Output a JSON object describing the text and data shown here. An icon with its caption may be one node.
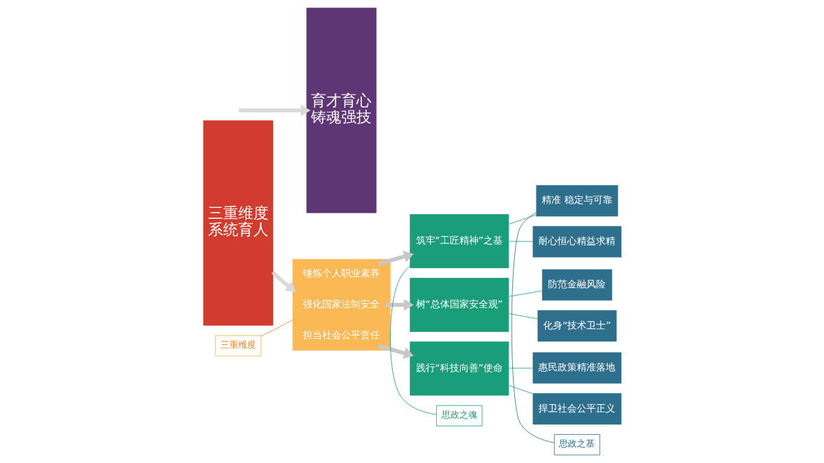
{
  "diagram": {
    "nodes": [
      {
        "text": [
          "三重维度",
          "系统育人"
        ]
      },
      {
        "text": [
          "三重维度"
        ]
      },
      {
        "text": [],
        "shape": "bar"
      },
      {
        "text": [
          "锤炼个人职业素养"
        ],
        "in": 2
      },
      {
        "text": [
          "强化国家法制安全"
        ],
        "in": 2
      },
      {
        "text": [
          "担当社会公平责任"
        ],
        "in": 2
      },
      {
        "text": [
          "思政之魂"
        ]
      },
      {
        "text": [
          "筑牢“工匠精神”之基"
        ]
      },
      {
        "text": [
          "树“总体国家安全观”"
        ]
      },
      {
        "text": [
          "践行“科技向善”使命"
        ]
      },
      {
        "text": [
          "思政之基"
        ]
      },
      {
        "text": [
          "精准 稳定与可靠"
        ]
      },
      {
        "text": [
          "耐心恒心精益求精"
        ]
      },
      {
        "text": [
          "防范金融风险"
        ]
      },
      {
        "text": [
          "化身“技术卫士”"
        ]
      },
      {
        "text": [
          "惠民政策精准落地"
        ]
      },
      {
        "text": [
          "捍卫社会公平正义"
        ]
      },
      {
        "text": [
          "育才育心",
          "铸魂强技"
        ]
      }
    ],
    "edges": [
      {
        "from": 0,
        "to": 2,
        "arrow": "to",
        "style": "thick",
        "color": "#d9d9d9"
      },
      {
        "from": 1,
        "to": 2,
        "arrow": "none",
        "color": "#e8862a"
      },
      {
        "from": 3,
        "to": 7,
        "arrow": "to",
        "style": "thick",
        "color": "#c8c8c8"
      },
      {
        "from": 4,
        "to": 8,
        "arrow": "to",
        "style": "thick",
        "color": "#c8c8c8"
      },
      {
        "from": 5,
        "to": 9,
        "arrow": "to",
        "style": "thick",
        "color": "#c8c8c8"
      },
      {
        "from": 6,
        "to": 7,
        "arrow": "none"
      },
      {
        "from": 7,
        "to": 11,
        "arrow": "none"
      },
      {
        "from": 7,
        "to": 12,
        "arrow": "none"
      },
      {
        "from": 8,
        "to": 13,
        "arrow": "none"
      },
      {
        "from": 8,
        "to": 14,
        "arrow": "none"
      },
      {
        "from": 9,
        "to": 15,
        "arrow": "none"
      },
      {
        "from": 9,
        "to": 16,
        "arrow": "none"
      },
      {
        "from": 10,
        "to": 11,
        "arrow": "none",
        "color": "#2e6f8e"
      },
      {
        "from": null,
        "to": 17,
        "arrow": "to",
        "style": "thick",
        "color": "#d9d9d9"
      }
    ]
  }
}
